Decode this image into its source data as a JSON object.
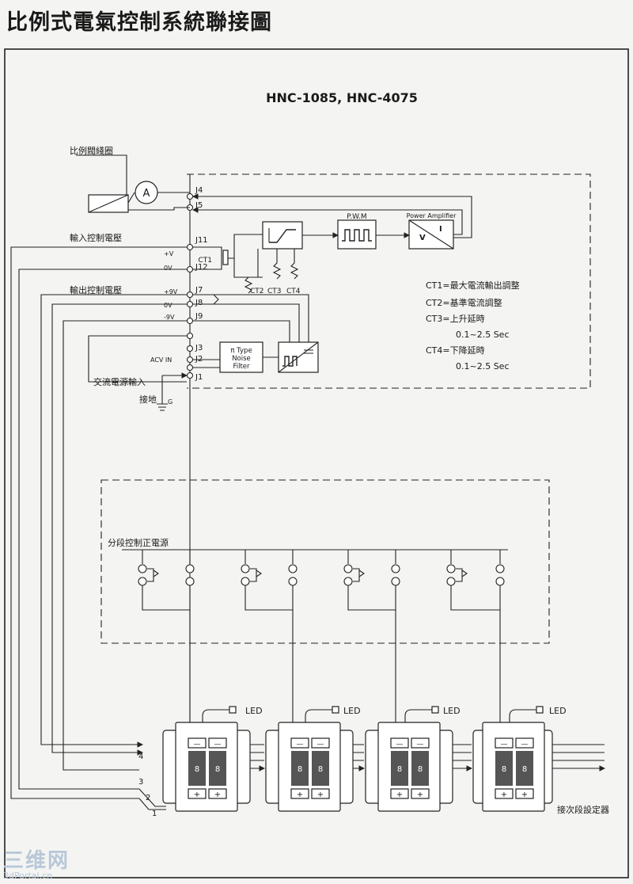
{
  "page": {
    "title": "比例式電氣控制系統聯接圖",
    "subtitle": "HNC-1085, HNC-4075"
  },
  "labels": {
    "valve_coil": "比例閥綫圈",
    "input_voltage": "輸入控制電壓",
    "output_voltage": "輸出控制電壓",
    "ac_input": "交流電源輸入",
    "ground": "接地",
    "ground_g": "G",
    "segment_power": "分段控制正電源",
    "next_setter": "接次段設定器",
    "ammeter": "A",
    "led": "LED",
    "pwm": "P.W.M",
    "power_amp": "Power  Amplifier",
    "amp_v": "V",
    "amp_i": "I",
    "noise_filter": [
      "π Type",
      "Noise",
      "Filter"
    ],
    "ct1": "CT1",
    "ct2": "CT2",
    "ct3": "CT3",
    "ct4": "CT4",
    "acv_in": "ACV  IN",
    "segment_numbers": [
      "4",
      "3",
      "2",
      "1"
    ],
    "digit": "8",
    "minus": "—",
    "plus": "+"
  },
  "terminals": [
    "J4",
    "J5",
    "J11",
    "J12",
    "J7",
    "J8",
    "J9",
    "J3",
    "J2",
    "J1"
  ],
  "terminal_voltages": [
    "+V",
    "0V",
    "+9V",
    "0V",
    "-9V"
  ],
  "legend": [
    {
      "key": "CT1=",
      "text": "最大電流輸出調整"
    },
    {
      "key": "CT2=",
      "text": "基準電流調整"
    },
    {
      "key": "CT3=",
      "text": "上升延時"
    },
    {
      "key": "",
      "text": "0.1~2.5 Sec"
    },
    {
      "key": "CT4=",
      "text": "下降延時"
    },
    {
      "key": "",
      "text": "0.1~2.5 Sec"
    }
  ],
  "watermark": {
    "big": "三维网",
    "small": "3dPortal.cn"
  }
}
